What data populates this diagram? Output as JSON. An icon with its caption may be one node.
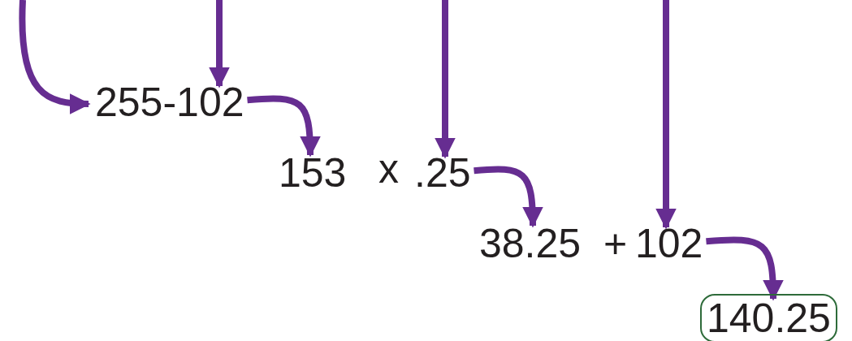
{
  "diagram": {
    "nodes": [
      {
        "text": [
          "255-102"
        ]
      },
      {
        "text": [
          "153"
        ]
      },
      {
        "text": [
          ".25"
        ]
      },
      {
        "text": [
          "38.25"
        ]
      },
      {
        "text": [
          "102"
        ]
      },
      {
        "text": [
          "140.25"
        ]
      }
    ],
    "edges": [
      {
        "from": null,
        "to": 0,
        "arrow": "to"
      },
      {
        "from": null,
        "to": 0,
        "arrow": "to"
      },
      {
        "from": 0,
        "to": 1,
        "arrow": "to"
      },
      {
        "from": null,
        "to": 2,
        "arrow": "to"
      },
      {
        "from": 2,
        "to": 3,
        "arrow": "to"
      },
      {
        "from": null,
        "to": 4,
        "arrow": "to"
      },
      {
        "from": 4,
        "to": 5,
        "arrow": "to"
      }
    ],
    "labels": [
      "x",
      "+"
    ]
  }
}
